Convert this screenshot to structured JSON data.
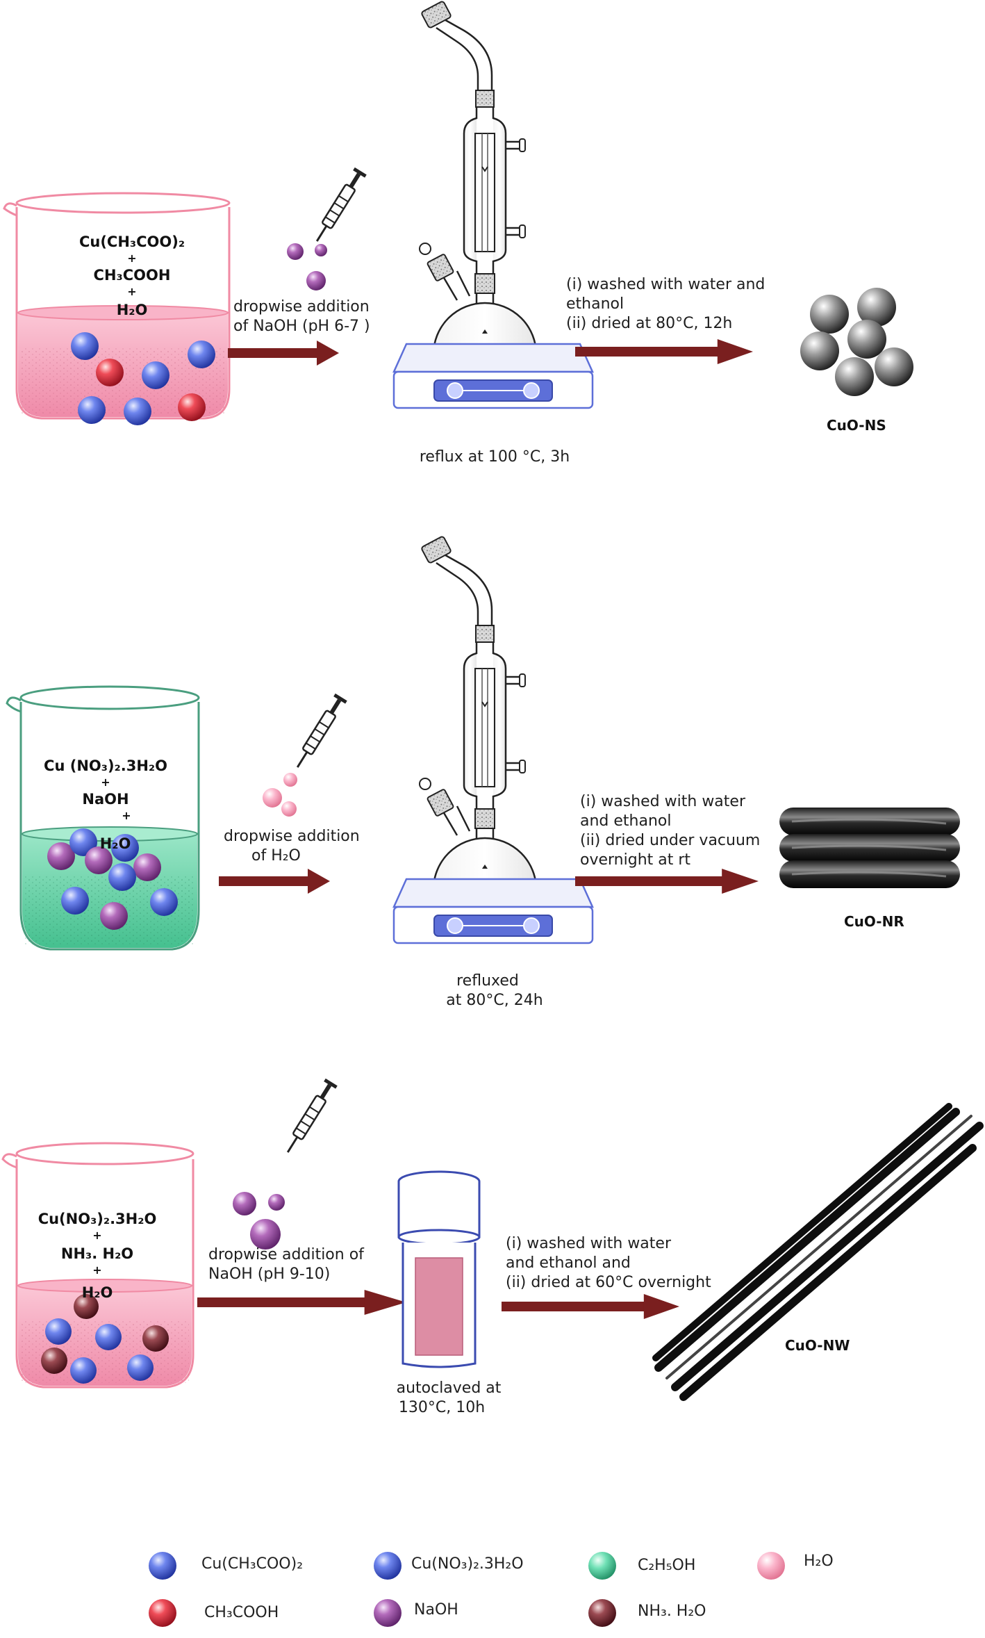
{
  "rows": [
    {
      "beaker_lines": [
        "Cu(CH₃COO)₂",
        "+",
        "CH₃COOH",
        "+",
        "H₂O"
      ],
      "addition_lines": [
        "dropwise addition",
        "of NaOH (pH 6-7 )"
      ],
      "apparatus_lines": [
        "reflux at 100 °C, 3h"
      ],
      "wash_lines": [
        "(i) washed with water and",
        "ethanol",
        "(ii) dried at 80°C, 12h"
      ],
      "product": "CuO-NS"
    },
    {
      "beaker_lines": [
        "Cu (NO₃)₂.3H₂O",
        "+",
        "NaOH",
        "+",
        "H₂O"
      ],
      "addition_lines": [
        "dropwise addition",
        "of H₂O"
      ],
      "apparatus_lines": [
        "refluxed",
        "at 80°C, 24h"
      ],
      "wash_lines": [
        "(i)   washed with water",
        "and ethanol",
        "(ii) dried under vacuum",
        "overnight at rt"
      ],
      "product": "CuO-NR"
    },
    {
      "beaker_lines": [
        "Cu(NO₃)₂.3H₂O",
        "+",
        "NH₃. H₂O",
        "+",
        "H₂O"
      ],
      "addition_lines": [
        "dropwise addition of",
        "NaOH (pH 9-10)"
      ],
      "apparatus_lines": [
        "autoclaved at",
        "130°C, 10h"
      ],
      "wash_lines": [
        "(i)   washed with water",
        "and ethanol and",
        "(ii) dried at 60°C  overnight"
      ],
      "product": "CuO-NW"
    }
  ],
  "legend": [
    {
      "label": "Cu(CH₃COO)₂",
      "color": "#5a73e0"
    },
    {
      "label": "Cu(NO₃)₂.3H₂O",
      "color": "#3f5ed8"
    },
    {
      "label": "C₂H₅OH",
      "color": "#58d4a6"
    },
    {
      "label": "H₂O",
      "color": "#f5a3bd"
    },
    {
      "label": "CH₃COOH",
      "color": "#e5434f"
    },
    {
      "label": "NaOH",
      "color": "#a05aa8"
    },
    {
      "label": "NH₃. H₂O",
      "color": "#8c3a44"
    }
  ],
  "colors": {
    "arrow": "#7a1f1f",
    "beaker_outline": "#f08aa3",
    "liquid_pink": "#f5a3bd",
    "liquid_green": "#6fd3ad",
    "hotplate": "#5d6fd8"
  },
  "icons": [
    "beaker-icon",
    "syringe-icon",
    "condenser-flask-icon",
    "hotplate-icon",
    "autoclave-icon",
    "nanosphere-icon",
    "nanorod-icon",
    "nanowire-icon"
  ]
}
